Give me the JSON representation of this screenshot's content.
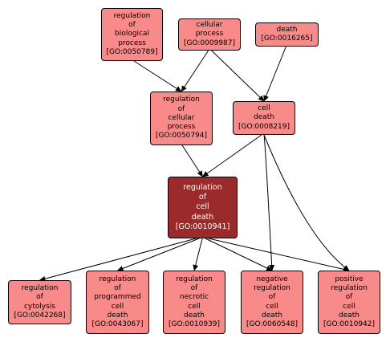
{
  "colors": {
    "node_fill": "#f98a8a",
    "focus_fill": "#9b2a2a",
    "focus_text": "#ffffff",
    "text": "#000000",
    "edge": "#000000",
    "background": "#ffffff"
  },
  "nodes": {
    "n0050789": {
      "lines": [
        "regulation",
        "of",
        "biological",
        "process",
        "[GO:0050789]"
      ]
    },
    "n0009987": {
      "lines": [
        "cellular",
        "process",
        "[GO:0009987]"
      ]
    },
    "n0016265": {
      "lines": [
        "death",
        "[GO:0016265]"
      ]
    },
    "n0050794": {
      "lines": [
        "regulation",
        "of",
        "cellular",
        "process",
        "[GO:0050794]"
      ]
    },
    "n0008219": {
      "lines": [
        "cell",
        "death",
        "[GO:0008219]"
      ]
    },
    "n0010941": {
      "lines": [
        "regulation",
        "of",
        "cell",
        "death",
        "[GO:0010941]"
      ]
    },
    "n0042268": {
      "lines": [
        "regulation",
        "of",
        "cytolysis",
        "[GO:0042268]"
      ]
    },
    "n0043067": {
      "lines": [
        "regulation",
        "of",
        "programmed",
        "cell",
        "death",
        "[GO:0043067]"
      ]
    },
    "n0010939": {
      "lines": [
        "regulation",
        "of",
        "necrotic",
        "cell",
        "death",
        "[GO:0010939]"
      ]
    },
    "n0060548": {
      "lines": [
        "negative",
        "regulation",
        "of",
        "cell",
        "death",
        "[GO:0060548]"
      ]
    },
    "n0010942": {
      "lines": [
        "positive",
        "regulation",
        "of",
        "cell",
        "death",
        "[GO:0010942]"
      ]
    }
  },
  "edges": [
    {
      "from": "n0050789",
      "to": "n0050794"
    },
    {
      "from": "n0009987",
      "to": "n0050794"
    },
    {
      "from": "n0009987",
      "to": "n0008219"
    },
    {
      "from": "n0016265",
      "to": "n0008219"
    },
    {
      "from": "n0050794",
      "to": "n0010941"
    },
    {
      "from": "n0008219",
      "to": "n0010941"
    },
    {
      "from": "n0008219",
      "to": "n0060548"
    },
    {
      "from": "n0008219",
      "to": "n0010942"
    },
    {
      "from": "n0010941",
      "to": "n0042268"
    },
    {
      "from": "n0010941",
      "to": "n0043067"
    },
    {
      "from": "n0010941",
      "to": "n0010939"
    },
    {
      "from": "n0010941",
      "to": "n0060548"
    },
    {
      "from": "n0010941",
      "to": "n0010942"
    }
  ]
}
